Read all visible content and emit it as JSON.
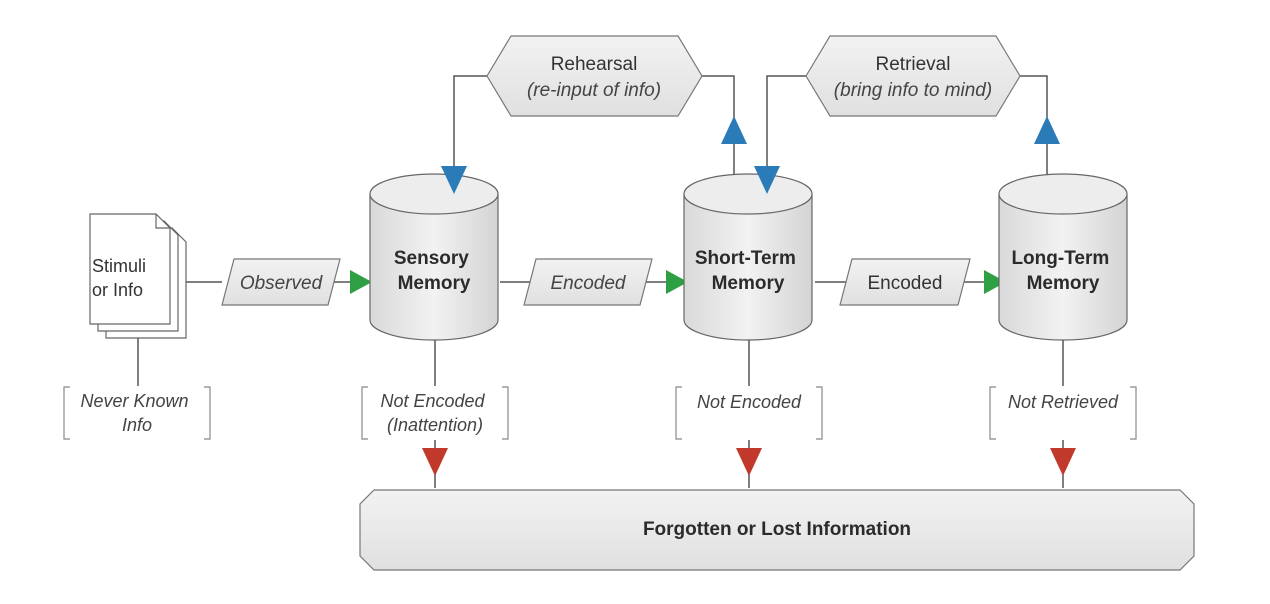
{
  "stimuli": {
    "line1": "Stimuli",
    "line2": "or Info"
  },
  "never_known": {
    "line1": "Never Known",
    "line2": "Info"
  },
  "observed": "Observed",
  "sensory": {
    "line1": "Sensory",
    "line2": "Memory"
  },
  "encoded_1": "Encoded",
  "short_term": {
    "line1": "Short-Term",
    "line2": "Memory"
  },
  "encoded_2": "Encoded",
  "long_term": {
    "line1": "Long-Term",
    "line2": "Memory"
  },
  "rehearsal": {
    "title": "Rehearsal",
    "subtitle": "(re-input of info)"
  },
  "retrieval": {
    "title": "Retrieval",
    "subtitle": "(bring info to mind)"
  },
  "not_encoded_1": {
    "line1": "Not Encoded",
    "line2": "(Inattention)"
  },
  "not_encoded_2": "Not Encoded",
  "not_retrieved": "Not Retrieved",
  "forgotten": "Forgotten or Lost Information",
  "colors": {
    "green_arrow": "#2ea043",
    "blue_arrow": "#2b7bb9",
    "red_arrow": "#c0392b",
    "shape_fill": "#e6e6e6",
    "stroke": "#555555"
  }
}
